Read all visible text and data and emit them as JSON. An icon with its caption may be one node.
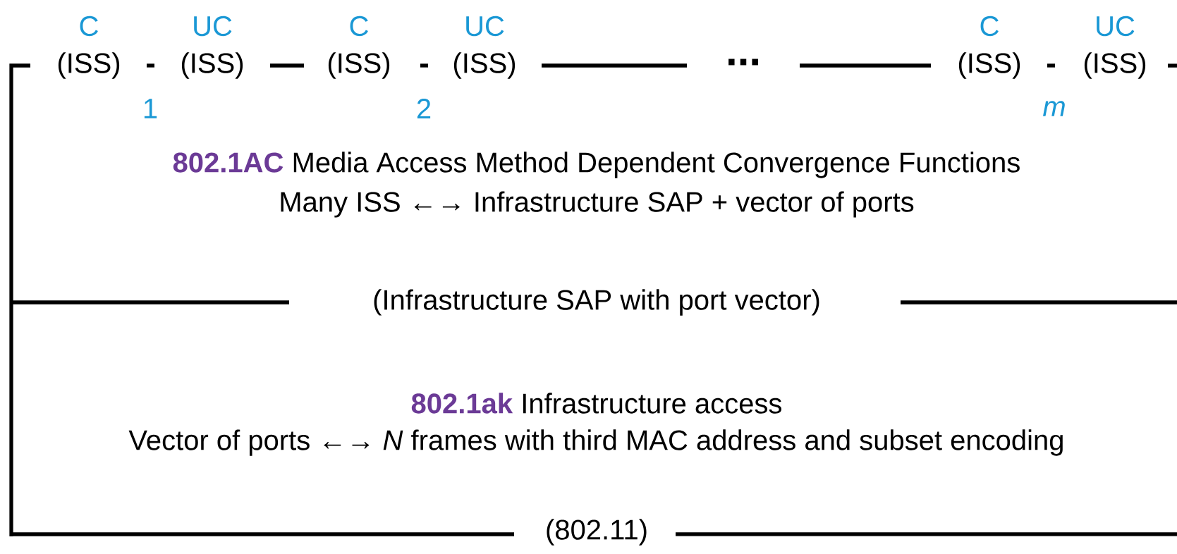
{
  "diagram": {
    "labels": [
      "C",
      "UC",
      "C",
      "UC",
      "C",
      "UC",
      "(ISS)",
      "(ISS)",
      "(ISS)",
      "(ISS)",
      "...",
      "(ISS)",
      "(ISS)",
      "1",
      "2",
      "m",
      "802.1AC",
      "Media Access Method Dependent Convergence Functions",
      "Many ISS ←→ Infrastructure SAP + vector of ports",
      "(Infrastructure SAP with port vector)",
      "802.1ak",
      "Infrastructure access",
      "Vector of ports ←→ *N* frames with third MAC address and subset encoding",
      "(802.11)"
    ]
  }
}
